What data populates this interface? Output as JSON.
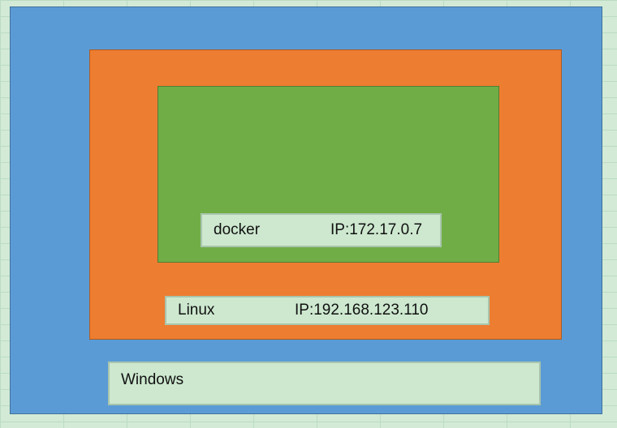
{
  "layers": {
    "windows": {
      "label": "Windows",
      "color": "#5b9bd5"
    },
    "linux": {
      "label": "Linux",
      "ip": "IP:192.168.123.110",
      "color": "#ed7d31"
    },
    "docker": {
      "label": "docker",
      "ip": "IP:172.17.0.7",
      "color": "#70ad47"
    }
  }
}
